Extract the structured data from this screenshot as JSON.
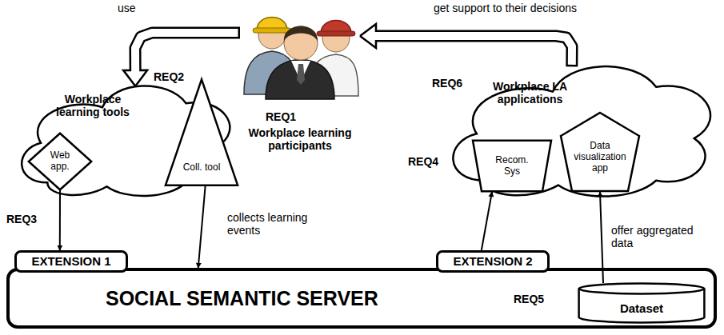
{
  "diagram": {
    "nodes": [
      {
        "text": [
          "Workplace learning participants"
        ]
      },
      {
        "text": [
          "Workplace learning tools"
        ]
      },
      {
        "text": [
          "Web app."
        ],
        "in": 1
      },
      {
        "text": [
          "Coll. tool"
        ],
        "in": 1
      },
      {
        "text": [
          "Workplace LA applications"
        ]
      },
      {
        "text": [
          "Recom. Sys"
        ],
        "in": 4
      },
      {
        "text": [
          "Data visualization app"
        ],
        "in": 4
      },
      {
        "text": [
          "EXTENSION 1"
        ]
      },
      {
        "text": [
          "EXTENSION 2"
        ]
      },
      {
        "text": [
          "SOCIAL SEMANTIC SERVER"
        ]
      },
      {
        "text": [
          "Dataset"
        ],
        "in": 9
      }
    ],
    "edges": [
      {
        "from": 0,
        "to": 1,
        "arrow": "to",
        "label": "use"
      },
      {
        "from": 4,
        "to": 0,
        "arrow": "to",
        "label": "get support to their decisions"
      },
      {
        "from": 2,
        "to": 7,
        "arrow": "to"
      },
      {
        "from": 3,
        "to": 9,
        "arrow": "to",
        "label": "collects learning events"
      },
      {
        "from": 8,
        "to": 5,
        "arrow": "to"
      },
      {
        "from": 10,
        "to": 6,
        "arrow": "to",
        "label": "offer aggregated data"
      }
    ],
    "labels": [
      "REQ1",
      "REQ2",
      "REQ3",
      "REQ4",
      "REQ5",
      "REQ6"
    ]
  }
}
